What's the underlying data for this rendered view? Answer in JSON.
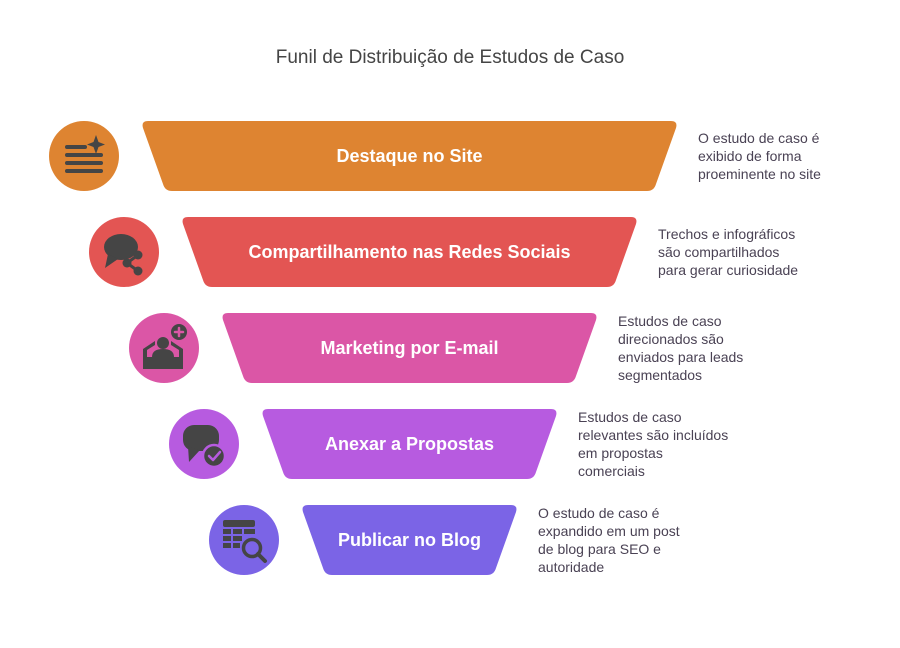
{
  "title": "Funil de Distribuição de Estudos de Caso",
  "stages": [
    {
      "label": "Destaque no Site",
      "description": [
        "O estudo de caso é",
        "exibido de forma",
        "proeminente no site"
      ],
      "color": "#DE8431",
      "icon": "document-sparkle-icon"
    },
    {
      "label": "Compartilhamento nas Redes Sociais",
      "description": [
        "Trechos e infográficos",
        "são compartilhados",
        "para gerar curiosidade"
      ],
      "color": "#E35553",
      "icon": "chat-share-icon"
    },
    {
      "label": "Marketing por E-mail",
      "description": [
        "Estudos de caso",
        "direcionados são",
        "enviados para leads",
        "segmentados"
      ],
      "color": "#DB56A6",
      "icon": "email-add-user-icon"
    },
    {
      "label": "Anexar a Propostas",
      "description": [
        "Estudos de caso",
        "relevantes são incluídos",
        "em propostas",
        "comerciais"
      ],
      "color": "#B75BE0",
      "icon": "chat-check-icon"
    },
    {
      "label": "Publicar no Blog",
      "description": [
        "O estudo de caso é",
        "expandido em um post",
        "de blog para SEO e",
        "autoridade"
      ],
      "color": "#7B64E6",
      "icon": "table-search-icon"
    }
  ],
  "icon_color": "#454545"
}
